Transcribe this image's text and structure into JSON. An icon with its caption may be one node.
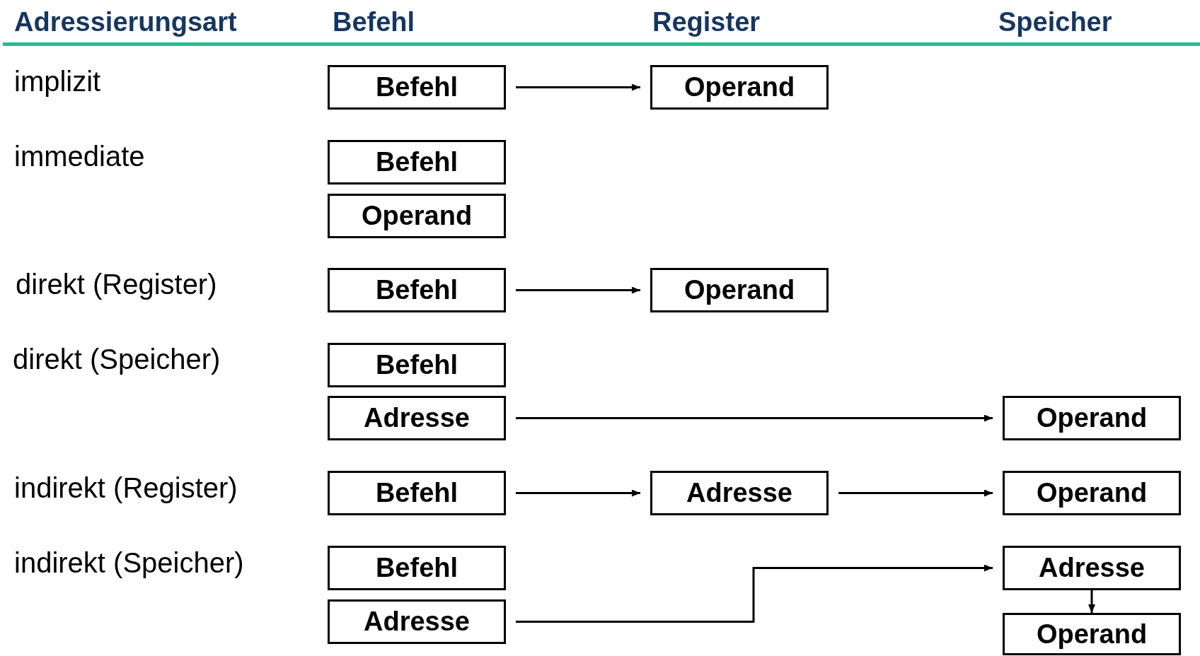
{
  "diagram": {
    "nodes": [
      {
        "text": [
          "Befehl"
        ]
      },
      {
        "text": [
          "Operand"
        ]
      },
      {
        "text": [
          "Befehl"
        ]
      },
      {
        "text": [
          "Operand"
        ]
      },
      {
        "text": [
          "Befehl"
        ]
      },
      {
        "text": [
          "Operand"
        ]
      },
      {
        "text": [
          "Befehl"
        ]
      },
      {
        "text": [
          "Adresse"
        ]
      },
      {
        "text": [
          "Operand"
        ]
      },
      {
        "text": [
          "Befehl"
        ]
      },
      {
        "text": [
          "Adresse"
        ]
      },
      {
        "text": [
          "Operand"
        ]
      },
      {
        "text": [
          "Befehl"
        ]
      },
      {
        "text": [
          "Adresse"
        ]
      },
      {
        "text": [
          "Adresse"
        ]
      },
      {
        "text": [
          "Operand"
        ]
      }
    ],
    "edges": [
      {
        "from": 0,
        "to": 1,
        "arrow": "to"
      },
      {
        "from": 4,
        "to": 5,
        "arrow": "to"
      },
      {
        "from": 7,
        "to": 8,
        "arrow": "to"
      },
      {
        "from": 9,
        "to": 10,
        "arrow": "to"
      },
      {
        "from": 10,
        "to": 11,
        "arrow": "to"
      },
      {
        "from": 13,
        "to": 14,
        "arrow": "to"
      },
      {
        "from": 14,
        "to": 15,
        "arrow": "to"
      }
    ],
    "labels": [
      "Adressierungsart",
      "Befehl",
      "Register",
      "Speicher",
      "implizit",
      "immediate",
      "direkt (Register)",
      "direkt (Speicher)",
      "indirekt (Register)",
      "indirekt (Speicher)"
    ]
  }
}
